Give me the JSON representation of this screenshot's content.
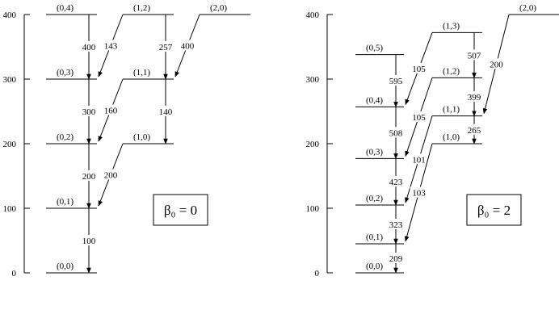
{
  "panels": [
    {
      "id": "beta0",
      "box_label": "β₀ = 0",
      "axis_ticks": [
        {
          "label": "0",
          "value": 0
        },
        {
          "label": "100",
          "value": 100
        },
        {
          "label": "200",
          "value": 200
        },
        {
          "label": "300",
          "value": 300
        },
        {
          "label": "400",
          "value": 400
        }
      ],
      "levels": [
        {
          "key": "00",
          "label": "(0,0)",
          "energy": 0
        },
        {
          "key": "01",
          "label": "(0,1)",
          "energy": 100
        },
        {
          "key": "02",
          "label": "(0,2)",
          "energy": 200
        },
        {
          "key": "03",
          "label": "(0,3)",
          "energy": 300
        },
        {
          "key": "04",
          "label": "(0,4)",
          "energy": 400
        },
        {
          "key": "10",
          "label": "(1,0)",
          "energy": 200
        },
        {
          "key": "11",
          "label": "(1,1)",
          "energy": 300
        },
        {
          "key": "12",
          "label": "(1,2)",
          "energy": 400
        },
        {
          "key": "20",
          "label": "(2,0)",
          "energy": 400
        }
      ],
      "transitions": [
        {
          "from": "04",
          "to": "03",
          "value": "400"
        },
        {
          "from": "03",
          "to": "02",
          "value": "300"
        },
        {
          "from": "02",
          "to": "01",
          "value": "200"
        },
        {
          "from": "01",
          "to": "00",
          "value": "100"
        },
        {
          "from": "12",
          "to": "11",
          "value": "257"
        },
        {
          "from": "11",
          "to": "10",
          "value": "140"
        },
        {
          "from": "12",
          "to": "03",
          "value": "143"
        },
        {
          "from": "11",
          "to": "02",
          "value": "160"
        },
        {
          "from": "10",
          "to": "01",
          "value": "200"
        },
        {
          "from": "20",
          "to": "11",
          "value": "400"
        }
      ]
    },
    {
      "id": "beta2",
      "box_label": "β₀ = 2",
      "axis_ticks": [
        {
          "label": "0",
          "value": 0
        },
        {
          "label": "100",
          "value": 100
        },
        {
          "label": "200",
          "value": 200
        },
        {
          "label": "300",
          "value": 300
        },
        {
          "label": "400",
          "value": 400
        }
      ],
      "levels": [
        {
          "key": "00",
          "label": "(0,0)",
          "energy": 0
        },
        {
          "key": "01",
          "label": "(0,1)",
          "energy": 45
        },
        {
          "key": "02",
          "label": "(0,2)",
          "energy": 105
        },
        {
          "key": "03",
          "label": "(0,3)",
          "energy": 177
        },
        {
          "key": "04",
          "label": "(0,4)",
          "energy": 257
        },
        {
          "key": "05",
          "label": "(0,5)",
          "energy": 338
        },
        {
          "key": "10",
          "label": "(1,0)",
          "energy": 200
        },
        {
          "key": "11",
          "label": "(1,1)",
          "energy": 243
        },
        {
          "key": "12",
          "label": "(1,2)",
          "energy": 302
        },
        {
          "key": "13",
          "label": "(1,3)",
          "energy": 372
        },
        {
          "key": "20",
          "label": "(2,0)",
          "energy": 400
        }
      ],
      "transitions": [
        {
          "from": "05",
          "to": "04",
          "value": "595"
        },
        {
          "from": "04",
          "to": "03",
          "value": "508"
        },
        {
          "from": "03",
          "to": "02",
          "value": "423"
        },
        {
          "from": "02",
          "to": "01",
          "value": "323"
        },
        {
          "from": "01",
          "to": "00",
          "value": "209"
        },
        {
          "from": "13",
          "to": "12",
          "value": "507"
        },
        {
          "from": "12",
          "to": "11",
          "value": "399"
        },
        {
          "from": "11",
          "to": "10",
          "value": "265"
        },
        {
          "from": "13",
          "to": "04",
          "value": "105"
        },
        {
          "from": "12",
          "to": "03",
          "value": "105"
        },
        {
          "from": "11",
          "to": "02",
          "value": "101"
        },
        {
          "from": "10",
          "to": "01",
          "value": "103"
        },
        {
          "from": "20",
          "to": "11",
          "value": "200"
        }
      ]
    }
  ]
}
